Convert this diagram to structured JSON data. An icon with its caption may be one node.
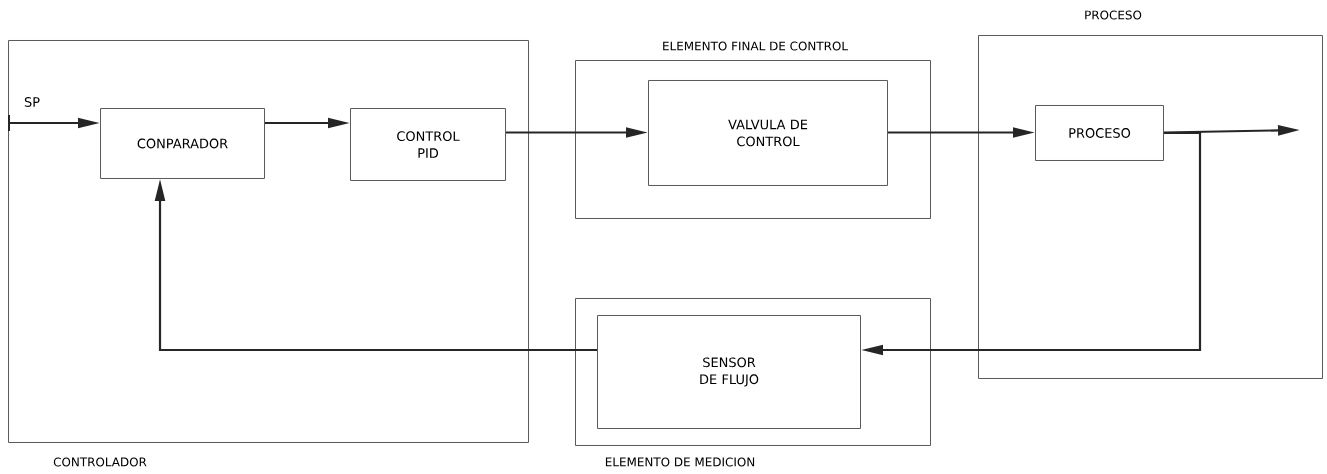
{
  "diagram": {
    "nodes": [
      {
        "text": [
          "CONTROLADOR"
        ]
      },
      {
        "text": [
          "CONPARADOR"
        ],
        "in": 0
      },
      {
        "text": [
          "CONTROL PID"
        ],
        "in": 0
      },
      {
        "text": [
          "ELEMENTO FINAL DE CONTROL"
        ]
      },
      {
        "text": [
          "VALVULA DE CONTROL"
        ],
        "in": 3
      },
      {
        "text": [
          "PROCESO"
        ]
      },
      {
        "text": [
          "PROCESO"
        ],
        "in": 5
      },
      {
        "text": [
          "ELEMENTO DE MEDICION"
        ]
      },
      {
        "text": [
          "SENSOR DE FLUJO"
        ],
        "in": 7
      }
    ],
    "edges": [
      {
        "from": null,
        "to": 1,
        "arrow": "to",
        "label": "SP"
      },
      {
        "from": 1,
        "to": 2,
        "arrow": "to"
      },
      {
        "from": 2,
        "to": 4,
        "arrow": "to"
      },
      {
        "from": 4,
        "to": 6,
        "arrow": "to"
      },
      {
        "from": 6,
        "to": null,
        "arrow": "to"
      },
      {
        "from": 6,
        "to": 8,
        "arrow": "to"
      },
      {
        "from": 8,
        "to": 1,
        "arrow": "to"
      }
    ]
  }
}
